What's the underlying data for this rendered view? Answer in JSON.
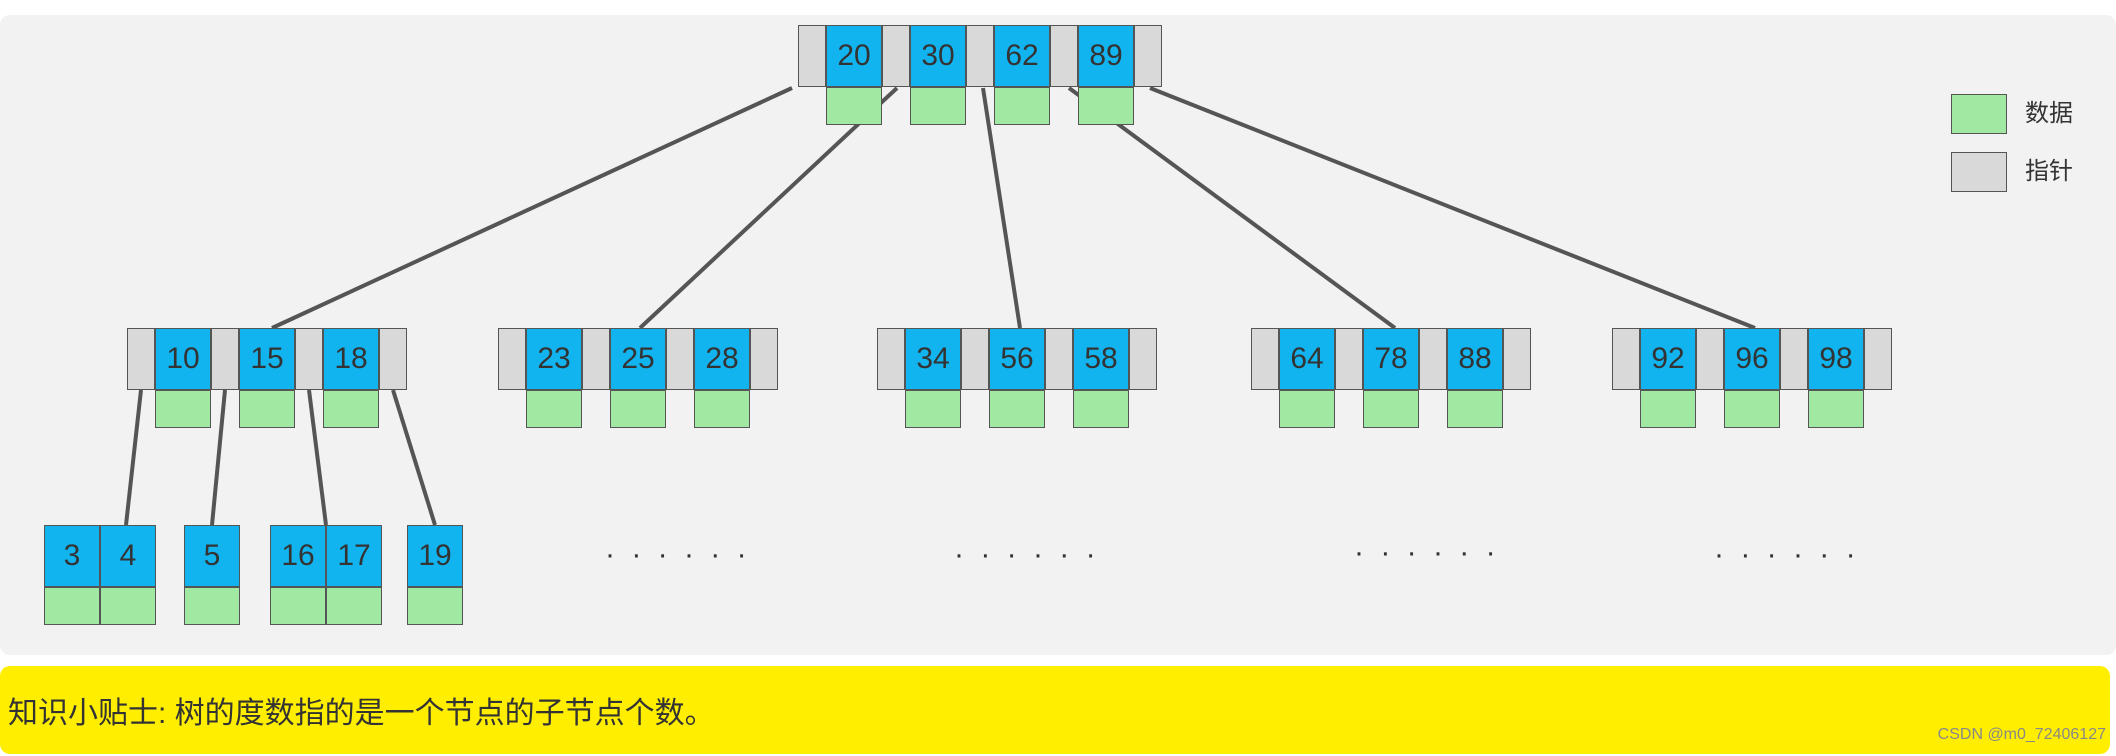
{
  "tree": {
    "root": {
      "keys": [
        "20",
        "30",
        "62",
        "89"
      ]
    },
    "level2": [
      {
        "keys": [
          "10",
          "15",
          "18"
        ]
      },
      {
        "keys": [
          "23",
          "25",
          "28"
        ]
      },
      {
        "keys": [
          "34",
          "56",
          "58"
        ]
      },
      {
        "keys": [
          "64",
          "78",
          "88"
        ]
      },
      {
        "keys": [
          "92",
          "96",
          "98"
        ]
      }
    ],
    "leaves": [
      {
        "keys": [
          "3",
          "4"
        ]
      },
      {
        "keys": [
          "5"
        ]
      },
      {
        "keys": [
          "16",
          "17"
        ]
      },
      {
        "keys": [
          "19"
        ]
      }
    ],
    "ellipses": [
      "· · · · · ·",
      "· · · · · ·",
      "· · · · · ·",
      "· · · · · ·"
    ]
  },
  "legend": {
    "items": [
      {
        "label": "数据",
        "color": "#a1e9a2"
      },
      {
        "label": "指针",
        "color": "#d9d9d9"
      }
    ]
  },
  "colors": {
    "key": "#12b4f0",
    "data": "#a1e9a2",
    "pointer": "#d9d9d9",
    "tip_background": "#ffee00"
  },
  "tip": {
    "text": "知识小贴士: 树的度数指的是一个节点的子节点个数。"
  },
  "watermark": "CSDN @m0_72406127"
}
